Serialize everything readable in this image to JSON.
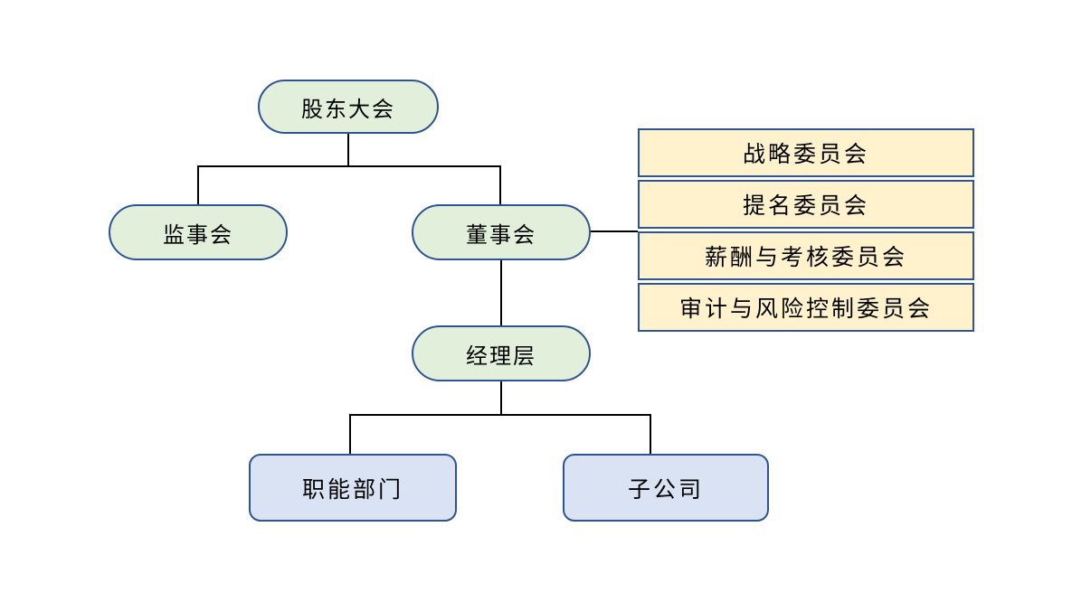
{
  "diagram_type": "org-chart",
  "nodes": {
    "shareholders": {
      "label": "股东大会"
    },
    "supervisory": {
      "label": "监事会"
    },
    "board": {
      "label": "董事会"
    },
    "management": {
      "label": "经理层"
    },
    "functional": {
      "label": "职能部门"
    },
    "subsidiary": {
      "label": "子公司"
    }
  },
  "committees": [
    {
      "label": "战略委员会"
    },
    {
      "label": "提名委员会"
    },
    {
      "label": "薪酬与考核委员会"
    },
    {
      "label": "审计与风险控制委员会"
    }
  ],
  "colors": {
    "pill_fill": "#e2efda",
    "committee_fill": "#fff2cc",
    "department_fill": "#dae3f3",
    "shape_border": "#2f5496",
    "connector": "#000000",
    "text": "#000000",
    "background": "#ffffff"
  }
}
